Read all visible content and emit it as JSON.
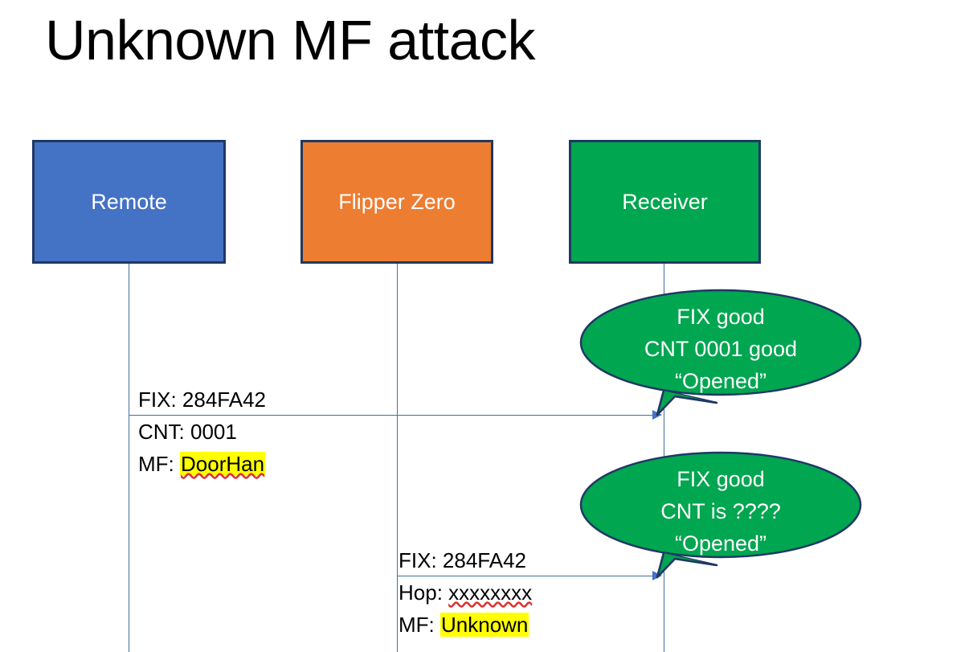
{
  "slide": {
    "title": "Unknown MF attack",
    "background": "#FFFFFF"
  },
  "colors": {
    "remote_box": "#4472C4",
    "flipper_box": "#ED7D31",
    "receiver_box": "#00A650",
    "box_border": "#1F3864",
    "lifeline": "#41719C",
    "arrow": "#4472C4",
    "highlight": "#FFFF00",
    "spellcheck_underline": "#E03030",
    "text_dark": "#000000",
    "text_light": "#FFFFFF"
  },
  "actors": [
    {
      "id": "remote",
      "label": "Remote"
    },
    {
      "id": "flipper",
      "label": "Flipper Zero"
    },
    {
      "id": "receiver",
      "label": "Receiver"
    }
  ],
  "messages": [
    {
      "id": "msg1",
      "from": "remote",
      "to": "receiver",
      "line1": "FIX: 284FA42",
      "line2": "CNT: 0001",
      "line3_prefix": "MF: ",
      "line3_value": "DoorHan",
      "line3_highlighted": true,
      "line3_spellchecked": true
    },
    {
      "id": "msg2",
      "from": "flipper",
      "to": "receiver",
      "line1": "FIX: 284FA42",
      "line2_prefix": "Hop: ",
      "line2_value": "xxxxxxxx",
      "line2_spellchecked": true,
      "line3_prefix": "MF: ",
      "line3_value": "Unknown",
      "line3_highlighted": true
    }
  ],
  "bubbles": [
    {
      "id": "bubble1",
      "line1": "FIX good",
      "line2": "CNT 0001 good",
      "line3": "“Opened”"
    },
    {
      "id": "bubble2",
      "line1": "FIX good",
      "line2": "CNT is ????",
      "line3": "“Opened”"
    }
  ]
}
